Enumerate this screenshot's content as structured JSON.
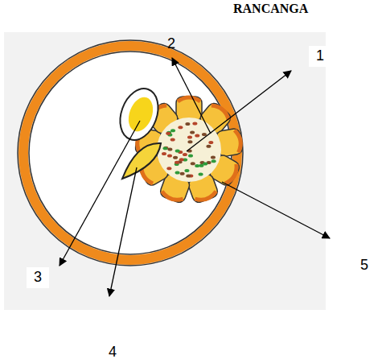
{
  "diagram": {
    "labels": [
      "RANCANGA",
      "2",
      "1",
      "3",
      "5",
      "4"
    ]
  }
}
